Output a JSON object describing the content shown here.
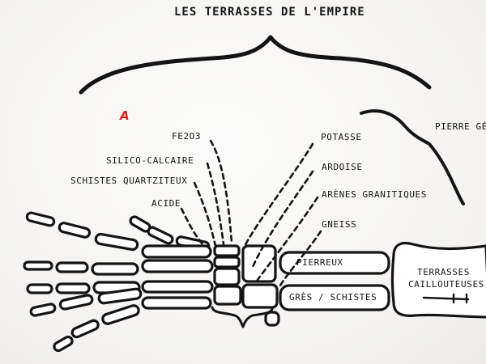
{
  "title": "LES TERRASSES DE L'EMPIRE",
  "marker": "A",
  "labels_left": {
    "fe2o3": "FE2O3",
    "silico_calcaire": "SILICO-CALCAIRE",
    "schistes_quartziteux": "SCHISTES QUARTZITEUX",
    "acide": "ACIDE"
  },
  "labels_right": {
    "potasse": "POTASSE",
    "ardoise": "ARDOISE",
    "arenes_granitiques": "ARÈNES GRANITIQUES",
    "gneiss": "GNEISS"
  },
  "boxes": {
    "pierreux": "PIERREUX",
    "gres_schistes": "GRÈS / SCHISTES",
    "terrasses_line1": "TERRASSES",
    "terrasses_line2": "CAILLOUTEUSES"
  },
  "pierre_cut": "PIERRE GÉ",
  "colors": {
    "ink": "#141414",
    "marker": "#e0201a",
    "background": "#f6f5f3"
  }
}
